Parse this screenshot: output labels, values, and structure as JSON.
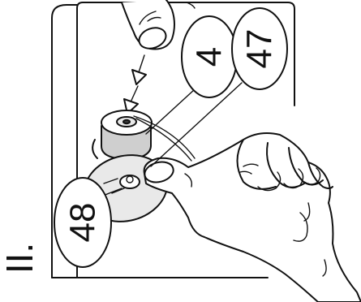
{
  "step_label": "II.",
  "callouts": [
    {
      "id": "4",
      "text": "4"
    },
    {
      "id": "47",
      "text": "47"
    },
    {
      "id": "48",
      "text": "48"
    }
  ],
  "colors": {
    "ink": "#111111",
    "background": "#ffffff",
    "tube_grey": "#cfcfcf"
  }
}
